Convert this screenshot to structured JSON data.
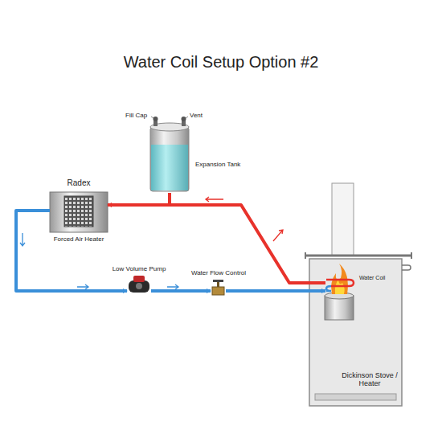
{
  "diagram": {
    "title": "Water Coil Setup Option #2",
    "nodes": [
      {
        "text": [
          "Expansion Tank"
        ]
      },
      {
        "text": [
          "Radex",
          "Forced Air Heater"
        ]
      },
      {
        "text": [
          "Low Volume Pump"
        ]
      },
      {
        "text": [
          "Water Flow Control"
        ]
      },
      {
        "text": [
          "Dickinson Stove / Heater"
        ]
      },
      {
        "text": [
          "Water Coil"
        ],
        "in": 4
      }
    ],
    "edges": [
      {
        "from": 5,
        "to": 1,
        "arrow": "to"
      },
      {
        "from": 0,
        "to": 1,
        "arrow": "none"
      },
      {
        "from": 1,
        "to": 2,
        "arrow": "to"
      },
      {
        "from": 2,
        "to": 3,
        "arrow": "to"
      },
      {
        "from": 3,
        "to": 5,
        "arrow": "to"
      }
    ],
    "labels": [
      "Fill Cap",
      "Vent"
    ]
  }
}
